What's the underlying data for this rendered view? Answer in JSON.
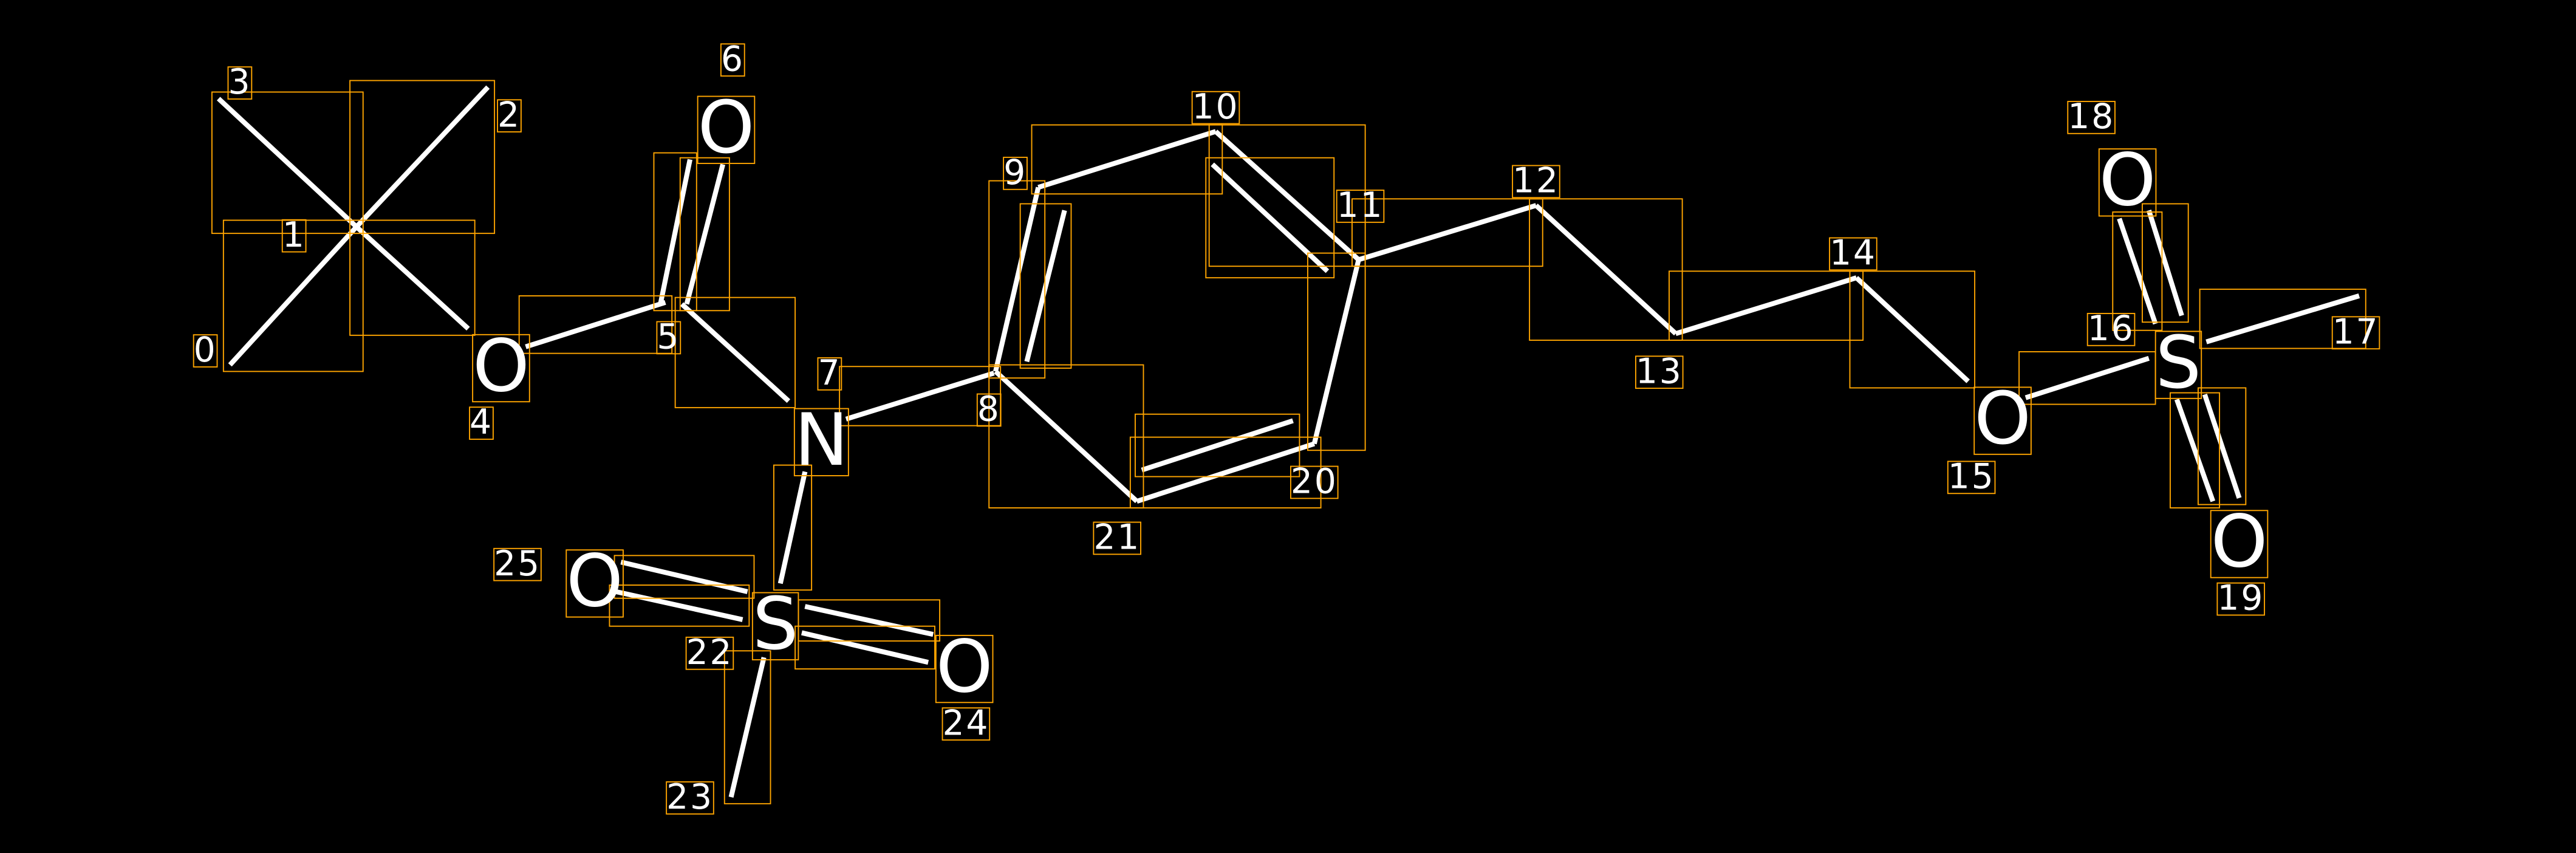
{
  "diagram": {
    "type": "annotated chemical structure",
    "colors": {
      "background": "#000000",
      "bonds": "#FFFFFF",
      "boxes": "#FFA500",
      "text": "#FFFFFF"
    },
    "atom_symbols": [
      {
        "index": 4,
        "symbol": "O"
      },
      {
        "index": 6,
        "symbol": "O"
      },
      {
        "index": 7,
        "symbol": "N"
      },
      {
        "index": 15,
        "symbol": "O"
      },
      {
        "index": 16,
        "symbol": "S"
      },
      {
        "index": 18,
        "symbol": "O"
      },
      {
        "index": 19,
        "symbol": "O"
      },
      {
        "index": 22,
        "symbol": "S"
      },
      {
        "index": 24,
        "symbol": "O"
      },
      {
        "index": 25,
        "symbol": "O"
      }
    ],
    "index_labels": [
      "0",
      "1",
      "2",
      "3",
      "4",
      "5",
      "6",
      "7",
      "8",
      "9",
      "10",
      "11",
      "12",
      "13",
      "14",
      "15",
      "16",
      "17",
      "18",
      "19",
      "20",
      "21",
      "22",
      "23",
      "24",
      "25"
    ],
    "bonds": [
      [
        0,
        1,
        1
      ],
      [
        1,
        3,
        1
      ],
      [
        1,
        2,
        1
      ],
      [
        1,
        4,
        1
      ],
      [
        4,
        5,
        1
      ],
      [
        5,
        6,
        2
      ],
      [
        5,
        7,
        1
      ],
      [
        7,
        8,
        1
      ],
      [
        7,
        22,
        1
      ],
      [
        22,
        25,
        2
      ],
      [
        22,
        24,
        2
      ],
      [
        22,
        23,
        1
      ],
      [
        8,
        9,
        2
      ],
      [
        9,
        10,
        1
      ],
      [
        10,
        11,
        2
      ],
      [
        11,
        20,
        1
      ],
      [
        20,
        21,
        2
      ],
      [
        21,
        8,
        1
      ],
      [
        11,
        12,
        1
      ],
      [
        12,
        13,
        1
      ],
      [
        13,
        14,
        1
      ],
      [
        14,
        15,
        1
      ],
      [
        15,
        16,
        1
      ],
      [
        16,
        18,
        2
      ],
      [
        16,
        17,
        1
      ],
      [
        16,
        19,
        2
      ]
    ]
  }
}
